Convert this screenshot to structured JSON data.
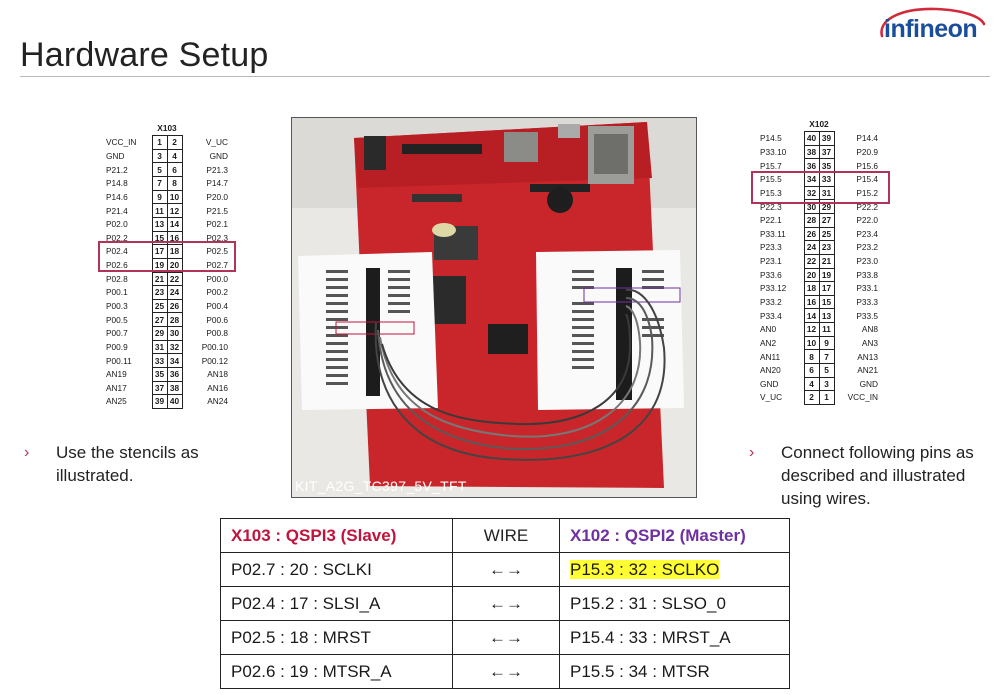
{
  "title": "Hardware Setup",
  "logo": {
    "text": "infineon",
    "color": "#1a4d9a",
    "swoosh_color": "#d02a3b"
  },
  "x103": {
    "header": "X103",
    "rows": [
      {
        "left": "VCC_IN",
        "a": "1",
        "b": "2",
        "right": "V_UC"
      },
      {
        "left": "GND",
        "a": "3",
        "b": "4",
        "right": "GND"
      },
      {
        "left": "P21.2",
        "a": "5",
        "b": "6",
        "right": "P21.3"
      },
      {
        "left": "P14.8",
        "a": "7",
        "b": "8",
        "right": "P14.7"
      },
      {
        "left": "P14.6",
        "a": "9",
        "b": "10",
        "right": "P20.0"
      },
      {
        "left": "P21.4",
        "a": "11",
        "b": "12",
        "right": "P21.5"
      },
      {
        "left": "P02.0",
        "a": "13",
        "b": "14",
        "right": "P02.1"
      },
      {
        "left": "P02.2",
        "a": "15",
        "b": "16",
        "right": "P02.3"
      },
      {
        "left": "P02.4",
        "a": "17",
        "b": "18",
        "right": "P02.5"
      },
      {
        "left": "P02.6",
        "a": "19",
        "b": "20",
        "right": "P02.7"
      },
      {
        "left": "P02.8",
        "a": "21",
        "b": "22",
        "right": "P00.0"
      },
      {
        "left": "P00.1",
        "a": "23",
        "b": "24",
        "right": "P00.2"
      },
      {
        "left": "P00.3",
        "a": "25",
        "b": "26",
        "right": "P00.4"
      },
      {
        "left": "P00.5",
        "a": "27",
        "b": "28",
        "right": "P00.6"
      },
      {
        "left": "P00.7",
        "a": "29",
        "b": "30",
        "right": "P00.8"
      },
      {
        "left": "P00.9",
        "a": "31",
        "b": "32",
        "right": "P00.10"
      },
      {
        "left": "P00.11",
        "a": "33",
        "b": "34",
        "right": "P00.12"
      },
      {
        "left": "AN19",
        "a": "35",
        "b": "36",
        "right": "AN18"
      },
      {
        "left": "AN17",
        "a": "37",
        "b": "38",
        "right": "AN16"
      },
      {
        "left": "AN25",
        "a": "39",
        "b": "40",
        "right": "AN24"
      }
    ]
  },
  "x102": {
    "header": "X102",
    "rows": [
      {
        "left": "P14.5",
        "a": "40",
        "b": "39",
        "right": "P14.4"
      },
      {
        "left": "P33.10",
        "a": "38",
        "b": "37",
        "right": "P20.9"
      },
      {
        "left": "P15.7",
        "a": "36",
        "b": "35",
        "right": "P15.6"
      },
      {
        "left": "P15.5",
        "a": "34",
        "b": "33",
        "right": "P15.4"
      },
      {
        "left": "P15.3",
        "a": "32",
        "b": "31",
        "right": "P15.2"
      },
      {
        "left": "P22.3",
        "a": "30",
        "b": "29",
        "right": "P22.2"
      },
      {
        "left": "P22.1",
        "a": "28",
        "b": "27",
        "right": "P22.0"
      },
      {
        "left": "P33.11",
        "a": "26",
        "b": "25",
        "right": "P23.4"
      },
      {
        "left": "P23.3",
        "a": "24",
        "b": "23",
        "right": "P23.2"
      },
      {
        "left": "P23.1",
        "a": "22",
        "b": "21",
        "right": "P23.0"
      },
      {
        "left": "P33.6",
        "a": "20",
        "b": "19",
        "right": "P33.8"
      },
      {
        "left": "P33.12",
        "a": "18",
        "b": "17",
        "right": "P33.1"
      },
      {
        "left": "P33.2",
        "a": "16",
        "b": "15",
        "right": "P33.3"
      },
      {
        "left": "P33.4",
        "a": "14",
        "b": "13",
        "right": "P33.5"
      },
      {
        "left": "AN0",
        "a": "12",
        "b": "11",
        "right": "AN8"
      },
      {
        "left": "AN2",
        "a": "10",
        "b": "9",
        "right": "AN3"
      },
      {
        "left": "AN11",
        "a": "8",
        "b": "7",
        "right": "AN13"
      },
      {
        "left": "AN20",
        "a": "6",
        "b": "5",
        "right": "AN21"
      },
      {
        "left": "GND",
        "a": "4",
        "b": "3",
        "right": "GND"
      },
      {
        "left": "V_UC",
        "a": "2",
        "b": "1",
        "right": "VCC_IN"
      }
    ]
  },
  "photo": {
    "caption": "KIT_A2G_TC397_5V_TFT"
  },
  "bullets": {
    "left": "Use the stencils as illustrated.",
    "right": "Connect following pins as described and illustrated using wires."
  },
  "pin_map": {
    "headers": {
      "slave": "X103 : QSPI3 (Slave)",
      "wire": "WIRE",
      "master": "X102 : QSPI2 (Master)"
    },
    "header_colors": {
      "slave": "#c0143c",
      "master": "#7030a0"
    },
    "rows": [
      {
        "slave": "P02.7 : 20 : SCLKI",
        "wire": "←→",
        "master": "P15.3 : 32 : SCLKO"
      },
      {
        "slave": "P02.4 : 17 : SLSI_A",
        "wire": "←→",
        "master": "P15.2 : 31 : SLSO_0"
      },
      {
        "slave": "P02.5 : 18 : MRST",
        "wire": "←→",
        "master": "P15.4 : 33 : MRST_A"
      },
      {
        "slave": "P02.6 : 19 : MTSR_A",
        "wire": "←→",
        "master": "P15.5 : 34 : MTSR"
      }
    ]
  }
}
